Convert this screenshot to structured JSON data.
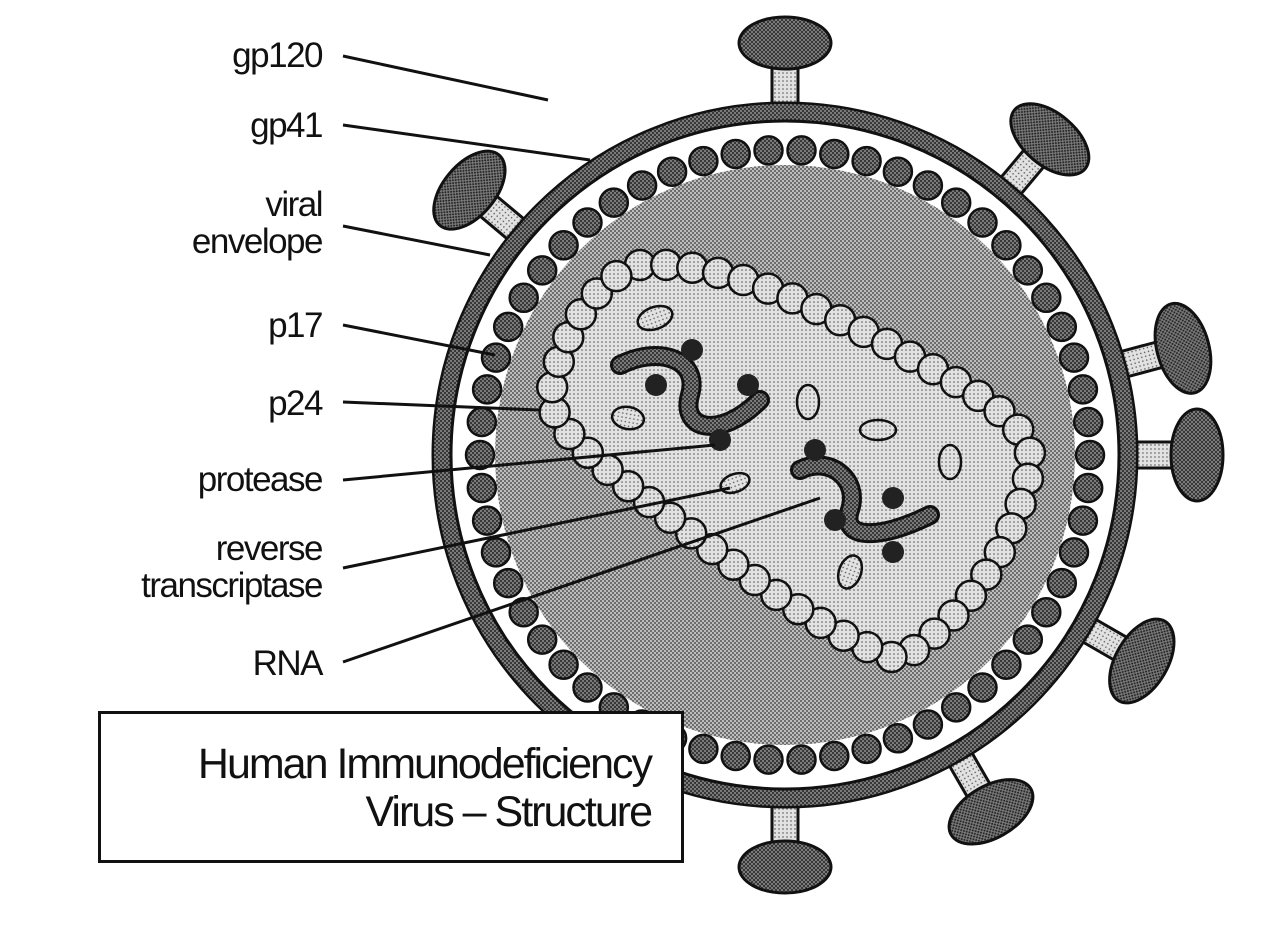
{
  "labels": {
    "gp120": "gp120",
    "gp41": "gp41",
    "viral_envelope": [
      "viral",
      "envelope"
    ],
    "p17": "p17",
    "p24": "p24",
    "protease": "protease",
    "reverse_transcriptase": [
      "reverse",
      "transcriptase"
    ],
    "rna": "RNA"
  },
  "title": {
    "line1": "Human Immunodeficiency",
    "line2": "Virus – Structure"
  },
  "colors": {
    "ink": "#111111",
    "envelope_fill": "#6a6a6a",
    "core_fill": "#a8a8a8",
    "bead_dark": "#5a5a5a",
    "bead_light": "#c4c4c4",
    "knob_fill": "#8a8a8a"
  }
}
